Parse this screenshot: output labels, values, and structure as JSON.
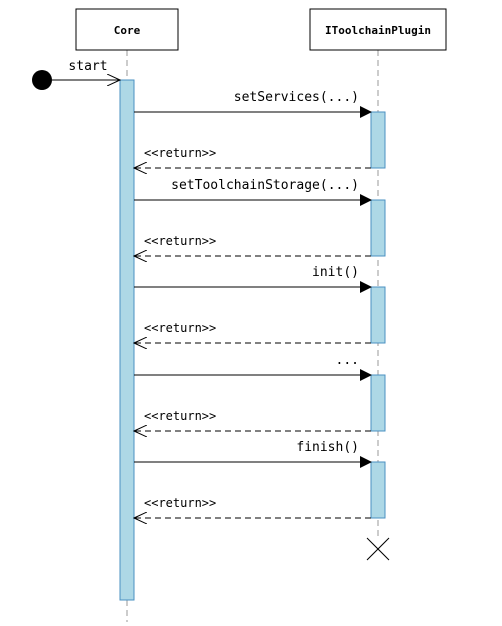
{
  "diagram": {
    "type": "sequence",
    "participants": [
      {
        "id": "core",
        "label": "Core"
      },
      {
        "id": "plugin",
        "label": "IToolchainPlugin"
      }
    ],
    "start_label": "start",
    "messages": [
      {
        "label": "setServices(...)",
        "return_label": "<<return>>"
      },
      {
        "label": "setToolchainStorage(...)",
        "return_label": "<<return>>"
      },
      {
        "label": "init()",
        "return_label": "<<return>>"
      },
      {
        "label": "...",
        "return_label": "<<return>>"
      },
      {
        "label": "finish()",
        "return_label": "<<return>>"
      }
    ],
    "colors": {
      "activation_fill": "#add8e6",
      "activation_stroke": "#4a90c2",
      "line": "#000000",
      "lifeline": "#999999",
      "header_fill": "#ffffff"
    }
  }
}
